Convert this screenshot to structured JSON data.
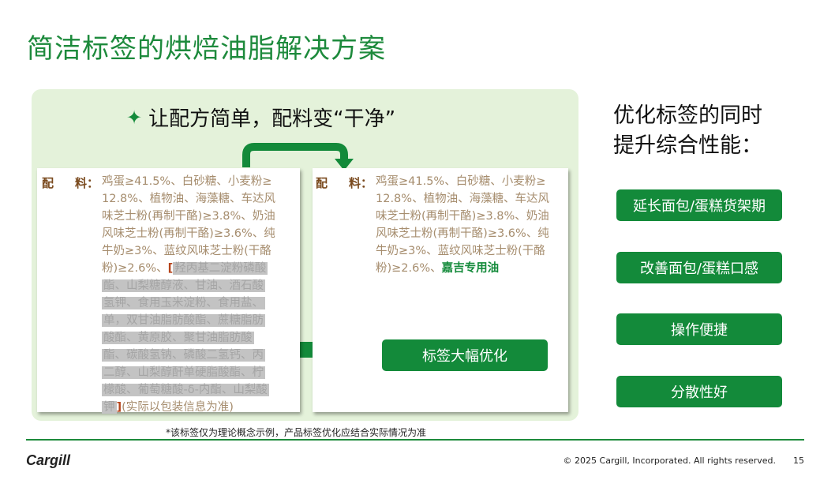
{
  "title": "简洁标签的烘焙油脂解决方案",
  "subtitle": "让配方简单，配料变“干净”",
  "ingredient_label": {
    "prefix_a": "配",
    "prefix_b": "料："
  },
  "left_label": {
    "plain_lines": [
      "鸡蛋≥41.5%、白砂糖、小麦粉≥",
      "12.8%、植物油、海藻糖、车达风",
      "味芝士粉(再制干酪)≥3.8%、奶油",
      "风味芝士粉(再制干酪)≥3.6%、纯",
      "牛奶≥3%、蓝纹风味芝士粉(干酪"
    ],
    "line6_plain": "粉)≥2.6%、",
    "line6_hl": "羟丙基二淀粉磷酸",
    "hl_lines": [
      "酯、山梨糖醇液、甘油、酒石酸",
      "氢钾、食用玉米淀粉、食用盐、",
      "单，双甘油脂肪酸酯、蔗糖脂肪",
      "酸酯、黄原胶、聚甘油脂肪酸",
      "酯、碳酸氢钠、磷酸二氢钙、丙",
      "二醇、山梨醇酐单硬脂酸酯、柠",
      "檬酸、葡萄糖酸-δ-内酯、山梨酸"
    ],
    "last_hl": "钾",
    "last_note": "(实际以包装信息为准)"
  },
  "right_label": {
    "plain_lines": [
      "鸡蛋≥41.5%、白砂糖、小麦粉≥",
      "12.8%、植物油、海藻糖、车达风",
      "味芝士粉(再制干酪)≥3.8%、奶油",
      "风味芝士粉(再制干酪)≥3.6%、纯",
      "牛奶≥3%、蓝纹风味芝士粉(干酪"
    ],
    "line6_plain": "粉)≥2.6%、",
    "line6_green": "嘉吉专用油"
  },
  "optimize_button": "标签大幅优化",
  "right_heading": [
    "优化标签的同时",
    "提升综合性能："
  ],
  "benefits": [
    "延长面包/蛋糕货架期",
    "改善面包/蛋糕口感",
    "操作便捷",
    "分散性好"
  ],
  "footnote": "*该标签仅为理论概念示例，产品标签优化应结合实际情况为准",
  "logo": "Cargill",
  "copyright": "© 2025 Cargill, Incorporated. All rights reserved.",
  "page_number": "15",
  "colors": {
    "brand_green": "#138a3a",
    "panel": "#e4f2da"
  }
}
